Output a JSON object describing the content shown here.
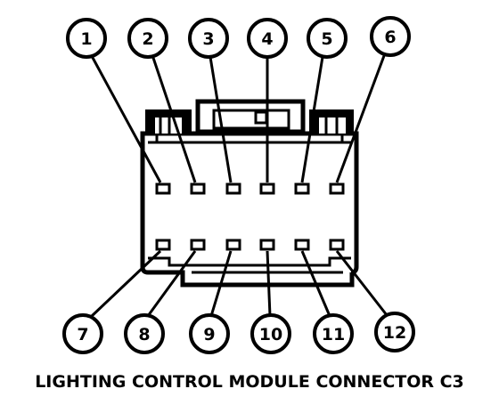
{
  "diagram": {
    "caption": "LIGHTING CONTROL MODULE CONNECTOR C3",
    "top_row_pins": [
      "1",
      "2",
      "3",
      "4",
      "5",
      "6"
    ],
    "bottom_row_pins": [
      "7",
      "8",
      "9",
      "10",
      "11",
      "12"
    ],
    "line_color": "#000000",
    "background": "#ffffff"
  }
}
